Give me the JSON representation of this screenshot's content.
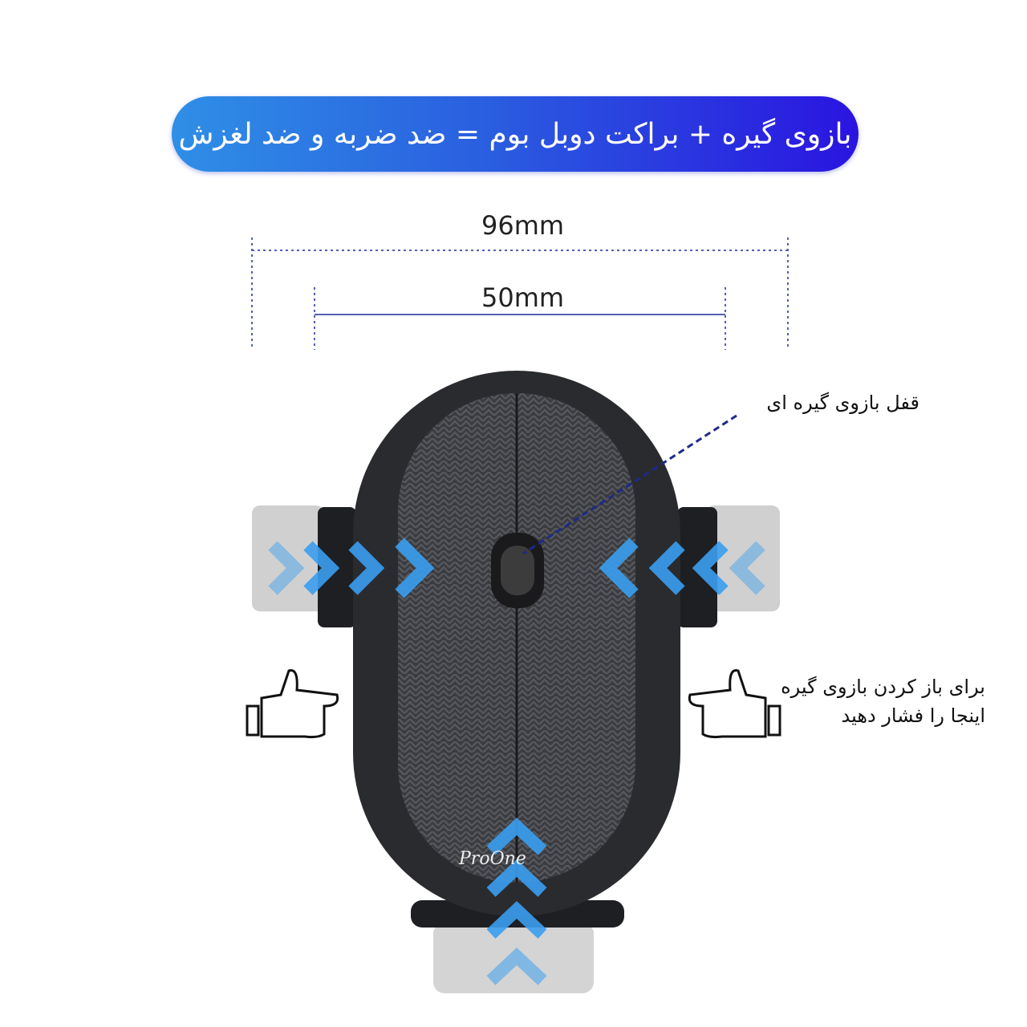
{
  "banner": {
    "text": "بازوی گیره + براکت دوبل بوم = ضد ضربه و ضد لغزش"
  },
  "dimensions": {
    "outer": "96mm",
    "inner": "50mm"
  },
  "annotations": {
    "lock": "قفل بازوی گیره ای",
    "release_line1": "برای باز کردن بازوی گیره",
    "release_line2": "اینجا را فشار دهید"
  },
  "brand": {
    "logo": "ProOne"
  },
  "colors": {
    "accent": "#2a5fe0",
    "arrow": "#3a9ef0",
    "body": "#2a2b2e"
  }
}
